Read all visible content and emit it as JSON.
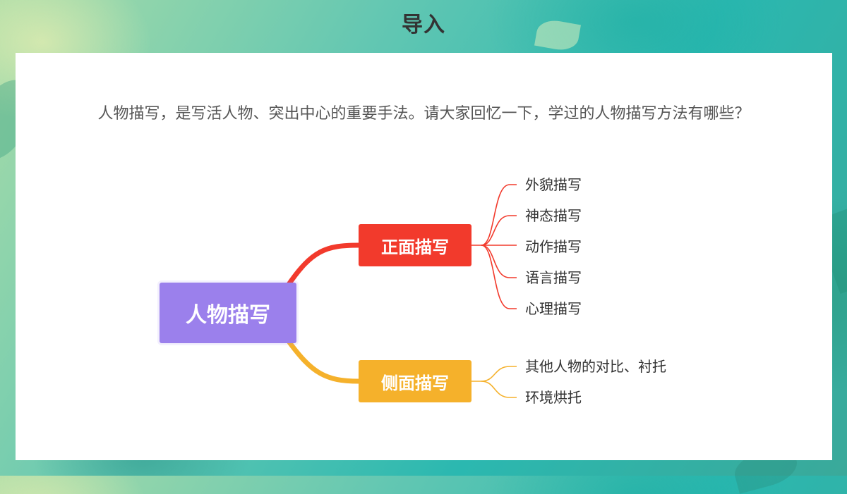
{
  "title": "导入",
  "intro": "人物描写，是写活人物、突出中心的重要手法。请大家回忆一下，学过的人物描写方法有哪些？",
  "mindmap": {
    "root": {
      "label": "人物描写",
      "color": "#9b80ec"
    },
    "branches": [
      {
        "label": "正面描写",
        "color": "#f23a2c",
        "leaves": [
          "外貌描写",
          "神态描写",
          "动作描写",
          "语言描写",
          "心理描写"
        ]
      },
      {
        "label": "侧面描写",
        "color": "#f5b12b",
        "leaves": [
          "其他人物的对比、衬托",
          "环境烘托"
        ]
      }
    ]
  }
}
